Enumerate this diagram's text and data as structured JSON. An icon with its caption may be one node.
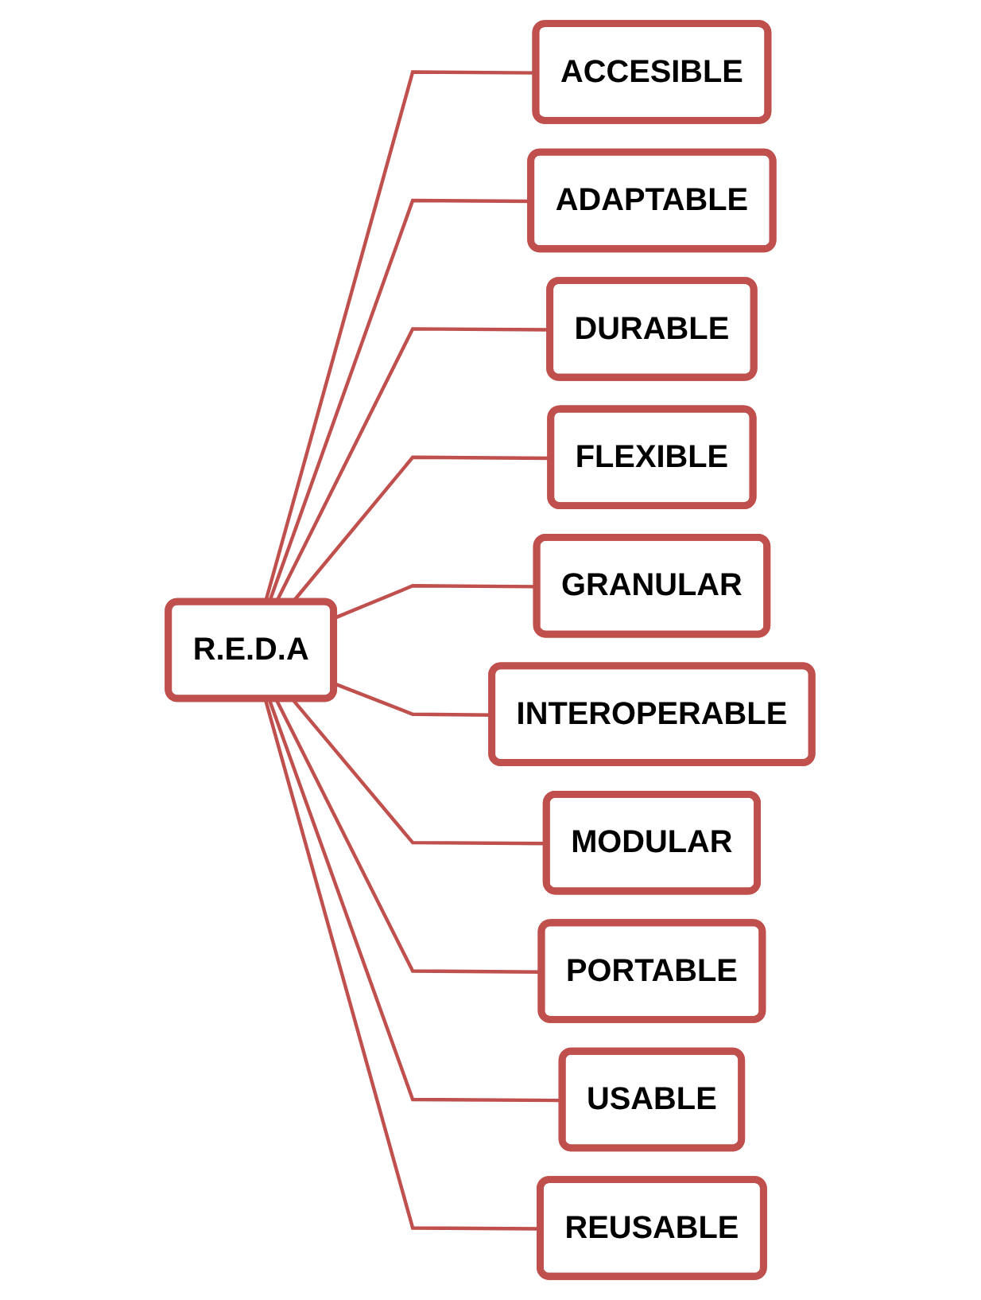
{
  "diagram": {
    "nodes": [
      {
        "text": [
          "R.E.D.A"
        ]
      },
      {
        "text": [
          "ACCESIBLE"
        ]
      },
      {
        "text": [
          "ADAPTABLE"
        ]
      },
      {
        "text": [
          "DURABLE"
        ]
      },
      {
        "text": [
          "FLEXIBLE"
        ]
      },
      {
        "text": [
          "GRANULAR"
        ]
      },
      {
        "text": [
          "INTEROPERABLE"
        ]
      },
      {
        "text": [
          "MODULAR"
        ]
      },
      {
        "text": [
          "PORTABLE"
        ]
      },
      {
        "text": [
          "USABLE"
        ]
      },
      {
        "text": [
          "REUSABLE"
        ]
      }
    ],
    "edges": [
      {
        "from": 0,
        "to": 1,
        "arrow": "none"
      },
      {
        "from": 0,
        "to": 2,
        "arrow": "none"
      },
      {
        "from": 0,
        "to": 3,
        "arrow": "none"
      },
      {
        "from": 0,
        "to": 4,
        "arrow": "none"
      },
      {
        "from": 0,
        "to": 5,
        "arrow": "none"
      },
      {
        "from": 0,
        "to": 6,
        "arrow": "none"
      },
      {
        "from": 0,
        "to": 7,
        "arrow": "none"
      },
      {
        "from": 0,
        "to": 8,
        "arrow": "none"
      },
      {
        "from": 0,
        "to": 9,
        "arrow": "none"
      },
      {
        "from": 0,
        "to": 10,
        "arrow": "none"
      }
    ]
  }
}
